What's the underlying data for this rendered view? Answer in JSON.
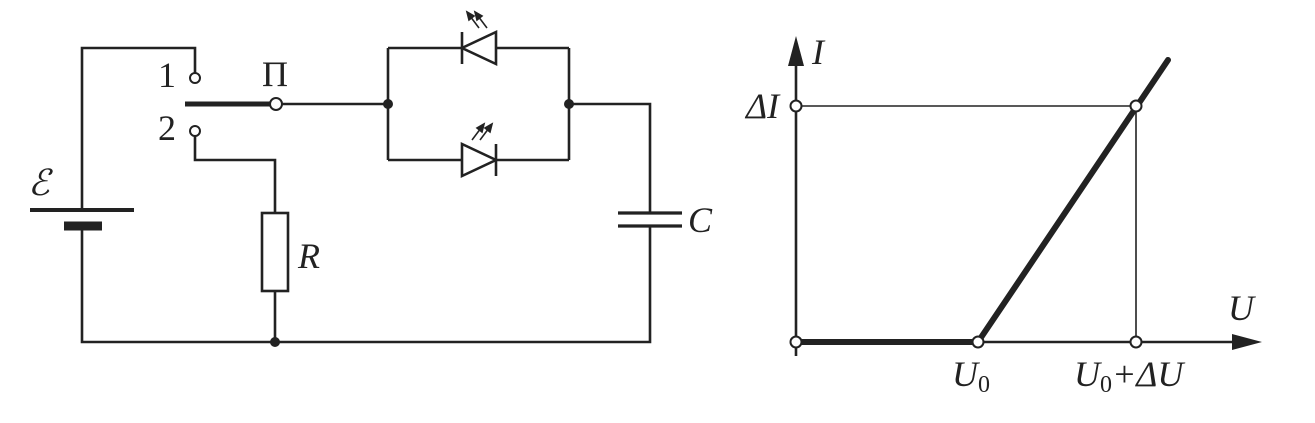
{
  "circuit": {
    "labels": {
      "emf": "ℰ",
      "switch": "Π",
      "terminal_1": "1",
      "terminal_2": "2",
      "resistor": "R",
      "capacitor": "C"
    },
    "components": [
      "battery",
      "switch",
      "resistor",
      "led-upper",
      "led-lower",
      "capacitor"
    ]
  },
  "graph": {
    "axis_y_label": "I",
    "axis_x_label": "U",
    "y_tick_label": "ΔI",
    "x_tick_1_label": "U",
    "x_tick_1_sub": "0",
    "x_tick_2_label_a": "U",
    "x_tick_2_sub": "0",
    "x_tick_2_label_b": "+ΔU"
  }
}
